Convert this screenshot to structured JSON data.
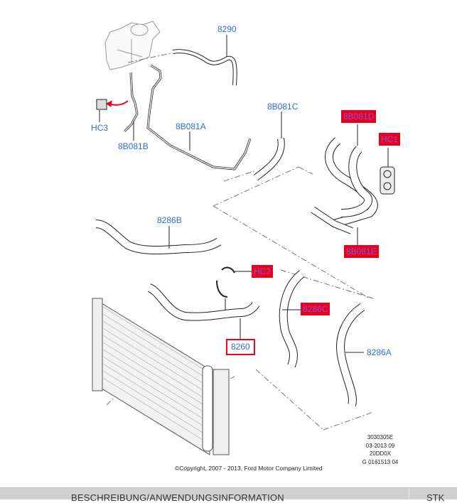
{
  "diagram": {
    "callouts": [
      {
        "id": "8290",
        "label": "8290",
        "style": "plain"
      },
      {
        "id": "HC3",
        "label": "HC3",
        "style": "plain"
      },
      {
        "id": "8B081B",
        "label": "8B081B",
        "style": "plain"
      },
      {
        "id": "8B081A",
        "label": "8B081A",
        "style": "plain"
      },
      {
        "id": "8B081C",
        "label": "8B081C",
        "style": "plain"
      },
      {
        "id": "8B081D",
        "label": "8B081D",
        "style": "highlighted"
      },
      {
        "id": "HC1",
        "label": "HC1",
        "style": "highlighted"
      },
      {
        "id": "8B081E",
        "label": "8B081E",
        "style": "highlighted"
      },
      {
        "id": "8286B",
        "label": "8286B",
        "style": "plain"
      },
      {
        "id": "HC2",
        "label": "HC2",
        "style": "highlighted"
      },
      {
        "id": "8286C",
        "label": "8286C",
        "style": "highlighted"
      },
      {
        "id": "8260",
        "label": "8260",
        "style": "boxed"
      },
      {
        "id": "8286A",
        "label": "8286A",
        "style": "plain"
      }
    ],
    "meta_lines": [
      "3030305E",
      "03-2013 09",
      "20DD0X",
      "G 0161513 04"
    ],
    "copyright": "©Copyright, 2007 - 2013, Ford Motor Company Limited"
  },
  "table_header": {
    "description_label": "BESCHREIBUNG/ANWENDUNGSINFORMATION",
    "quantity_label": "STK"
  },
  "colors": {
    "callout_text": "#2f6fd8",
    "highlight_bg": "#e8001c",
    "highlight_text": "#7b56e8",
    "box_border": "#e00a1a",
    "header_bg": "#d0d0d0"
  }
}
